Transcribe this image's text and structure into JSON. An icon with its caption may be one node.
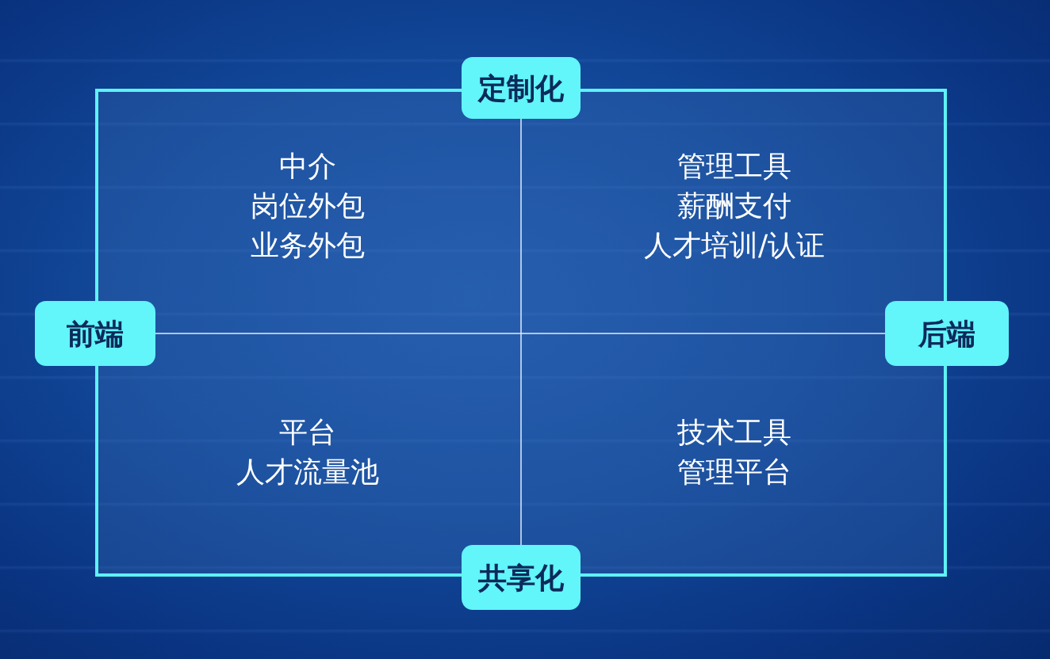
{
  "diagram": {
    "nodes": [
      {
        "text": [
          "定制化"
        ]
      },
      {
        "text": [
          "前端"
        ]
      },
      {
        "text": [
          "后端"
        ]
      },
      {
        "text": [
          "共享化"
        ]
      }
    ],
    "edges": [],
    "labels": [
      "中介",
      "岗位外包",
      "业务外包",
      "管理工具",
      "薪酬支付",
      "人才培训/认证",
      "平台",
      "人才流量池",
      "技术工具",
      "管理平台"
    ]
  }
}
